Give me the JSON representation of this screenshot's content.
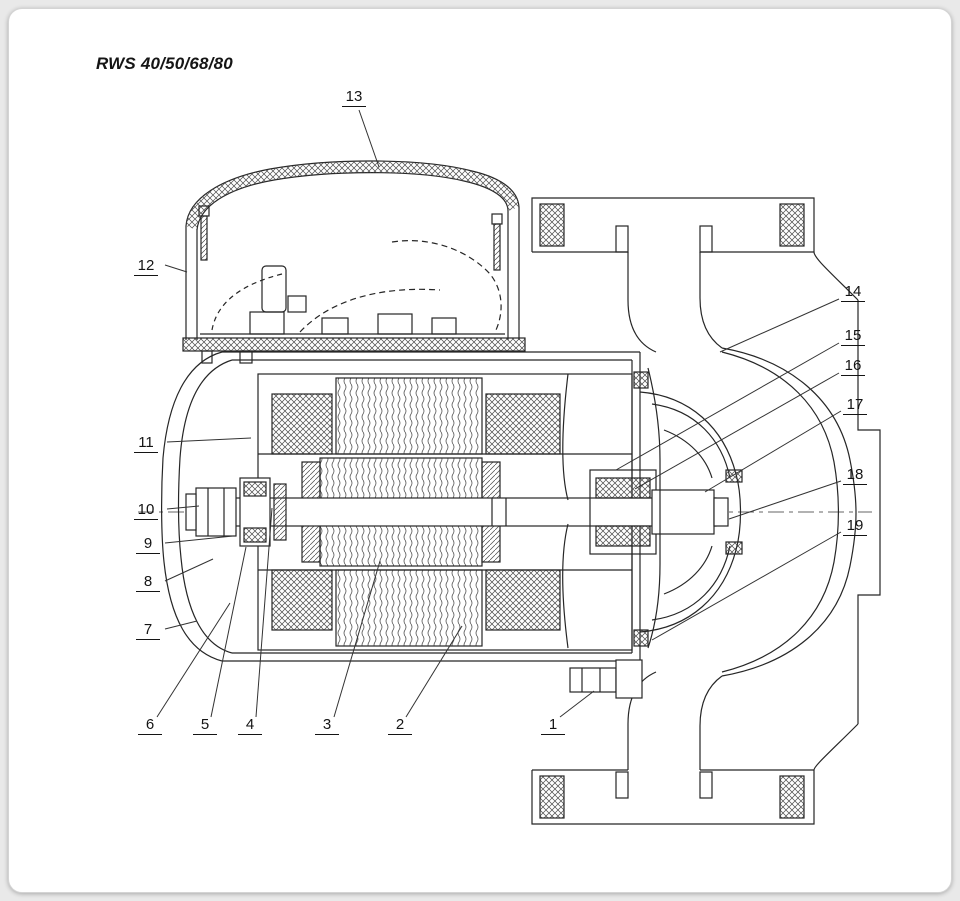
{
  "title": "RWS 40/50/68/80",
  "callouts": [
    {
      "label": "1"
    },
    {
      "label": "2"
    },
    {
      "label": "3"
    },
    {
      "label": "4"
    },
    {
      "label": "5"
    },
    {
      "label": "6"
    },
    {
      "label": "7"
    },
    {
      "label": "8"
    },
    {
      "label": "9"
    },
    {
      "label": "10"
    },
    {
      "label": "11"
    },
    {
      "label": "12"
    },
    {
      "label": "13"
    },
    {
      "label": "14"
    },
    {
      "label": "15"
    },
    {
      "label": "16"
    },
    {
      "label": "17"
    },
    {
      "label": "18"
    },
    {
      "label": "19"
    }
  ]
}
